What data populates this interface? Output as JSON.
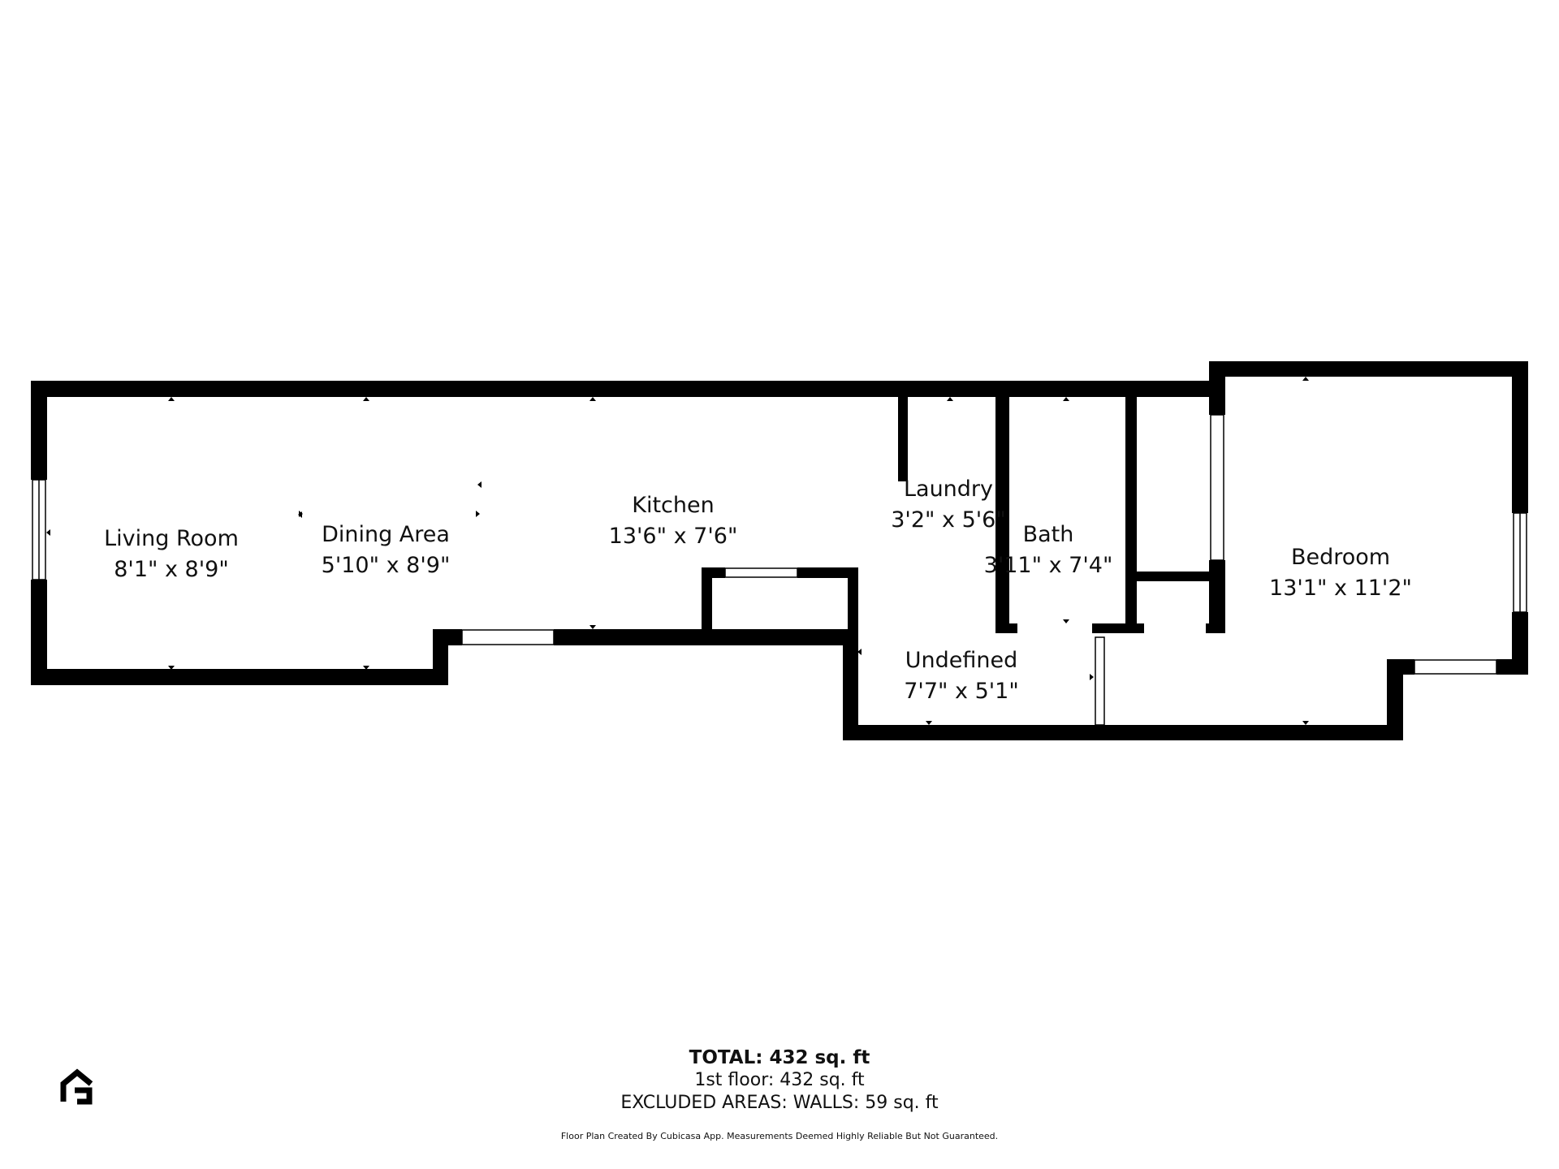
{
  "rooms": [
    {
      "name": "Living Room",
      "dims": "8'1\" x 8'9\""
    },
    {
      "name": "Dining Area",
      "dims": "5'10\" x 8'9\""
    },
    {
      "name": "Kitchen",
      "dims": "13'6\" x 7'6\""
    },
    {
      "name": "Laundry",
      "dims": "3'2\" x 5'6\""
    },
    {
      "name": "Bath",
      "dims": "3'11\" x 7'4\""
    },
    {
      "name": "Bedroom",
      "dims": "13'1\" x 11'2\""
    },
    {
      "name": "Undefined",
      "dims": "7'7\" x 5'1\""
    }
  ],
  "summary": {
    "total": "TOTAL: 432 sq. ft",
    "floor": "1st floor: 432 sq. ft",
    "excluded": "EXCLUDED AREAS: WALLS: 59 sq. ft"
  },
  "disclaimer": "Floor Plan Created By Cubicasa App. Measurements Deemed Highly Reliable But Not Guaranteed.",
  "logo": {
    "icon": "cubicasa-logo-icon"
  },
  "colors": {
    "wall": "#000000",
    "background": "#ffffff"
  }
}
